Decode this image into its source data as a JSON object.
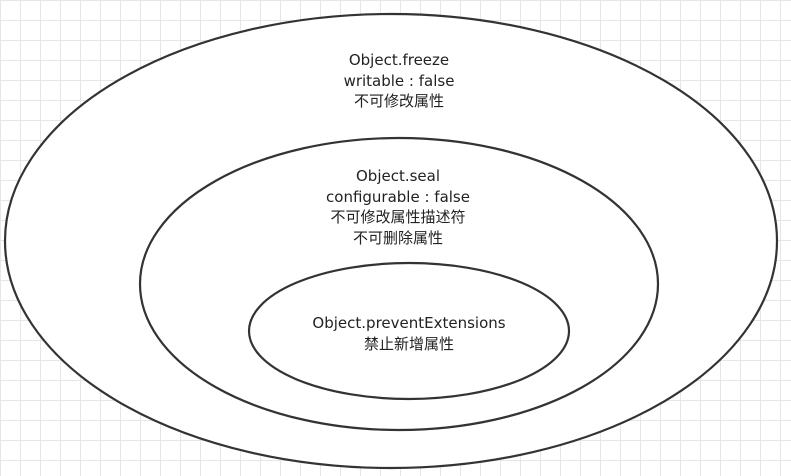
{
  "outer": {
    "title": "Object.freeze",
    "line1": "writable : false",
    "line2": "不可修改属性"
  },
  "middle": {
    "title": "Object.seal",
    "line1": "configurable : false",
    "line2": "不可修改属性描述符",
    "line3": "不可删除属性"
  },
  "inner": {
    "title": "Object.preventExtensions",
    "line1": "禁止新增属性"
  },
  "colors": {
    "stroke": "#333333",
    "grid": "#e6e6e6",
    "background": "#ffffff"
  }
}
